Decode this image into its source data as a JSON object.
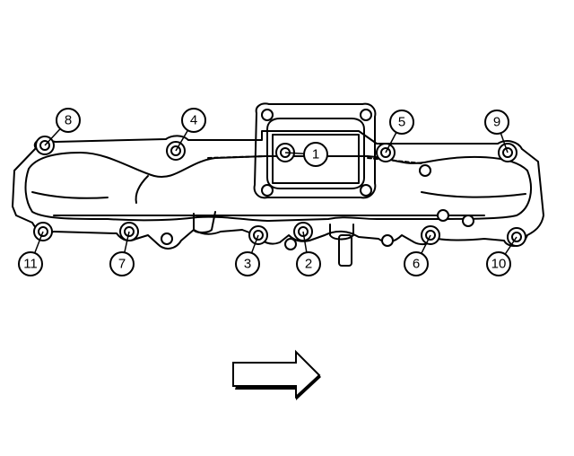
{
  "diagram": {
    "callouts": [
      {
        "label": "1"
      },
      {
        "label": "2"
      },
      {
        "label": "3"
      },
      {
        "label": "4"
      },
      {
        "label": "5"
      },
      {
        "label": "6"
      },
      {
        "label": "7"
      },
      {
        "label": "8"
      },
      {
        "label": "9"
      },
      {
        "label": "10"
      },
      {
        "label": "11"
      }
    ],
    "colors": {
      "line": "#000000",
      "fill": "#ffffff"
    }
  }
}
